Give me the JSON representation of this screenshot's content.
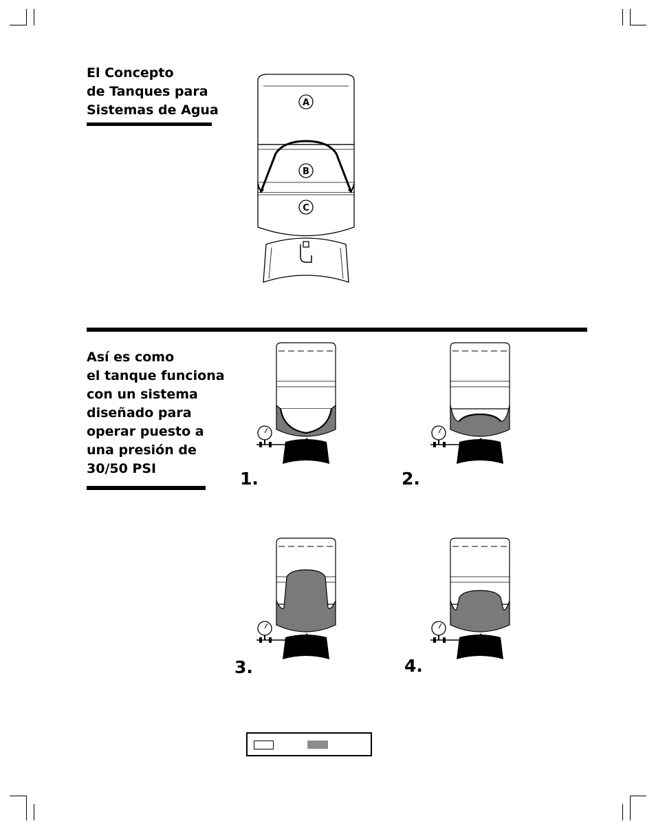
{
  "section1": {
    "heading": [
      "El Concepto",
      "de Tanques para",
      "Sistemas de Agua"
    ],
    "diagram_labels": [
      "A",
      "B",
      "C"
    ]
  },
  "section2": {
    "heading": [
      "Así es como",
      "el tanque funciona",
      "con un sistema",
      "diseñado para",
      "operar puesto a",
      "una presión de",
      "30/50 PSI"
    ],
    "steps": [
      "1.",
      "2.",
      "3.",
      "4."
    ]
  },
  "legend": {
    "air_color": "#ffffff",
    "water_color": "#8c8c8c"
  },
  "colors": {
    "ink": "#000000",
    "water": "#7a7a7a",
    "tank_fill": "#ffffff"
  }
}
